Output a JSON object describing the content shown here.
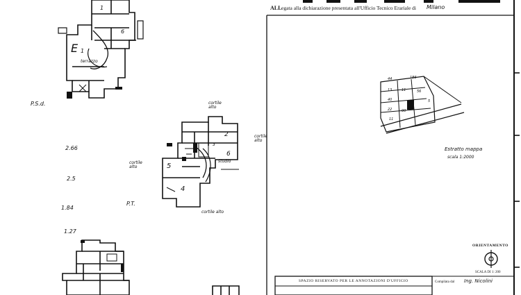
{
  "header": {
    "line2_prefix": "ALL",
    "line2_text": "egata alla dichiarazione presentata all'Ufficio Tecnico Erariale di",
    "city": "Milano"
  },
  "plans": {
    "top": {
      "room_e_label": "E",
      "room_e_number": "1",
      "terrace": "terrazzo",
      "room_6": "6",
      "room_1": "1",
      "label": "P.S.d."
    },
    "middle": {
      "cortile_top": "cortile\nalto",
      "cortile_right": "cortile\nalto",
      "cortile_left": "cortile\nalto",
      "cortile_bottom": "cortile alto",
      "room_2": "2",
      "room_5": "5",
      "room_6": "6",
      "room_4": "4",
      "room_3": "3",
      "studio": "studio",
      "label": "P.T."
    }
  },
  "margin_notes": {
    "n1": "2.66",
    "n2": "2.5",
    "n3": "1.84",
    "n4": "1.27"
  },
  "map": {
    "caption": "Estratto mappa",
    "scale": "scala 1:2000",
    "cells": [
      "44",
      "186",
      "13",
      "11",
      "40",
      "56",
      "22",
      "90",
      "11",
      "5"
    ]
  },
  "orientation": {
    "title": "ORIENTAMENTO",
    "scale": "SCALA DI 1: 200"
  },
  "footer": {
    "reserved": "SPAZIO RISERVATO PER LE ANNOTAZIONI D'UFFICIO",
    "compiled_label": "Compilata dal",
    "compiler_name": "Ing. Nicolini"
  }
}
